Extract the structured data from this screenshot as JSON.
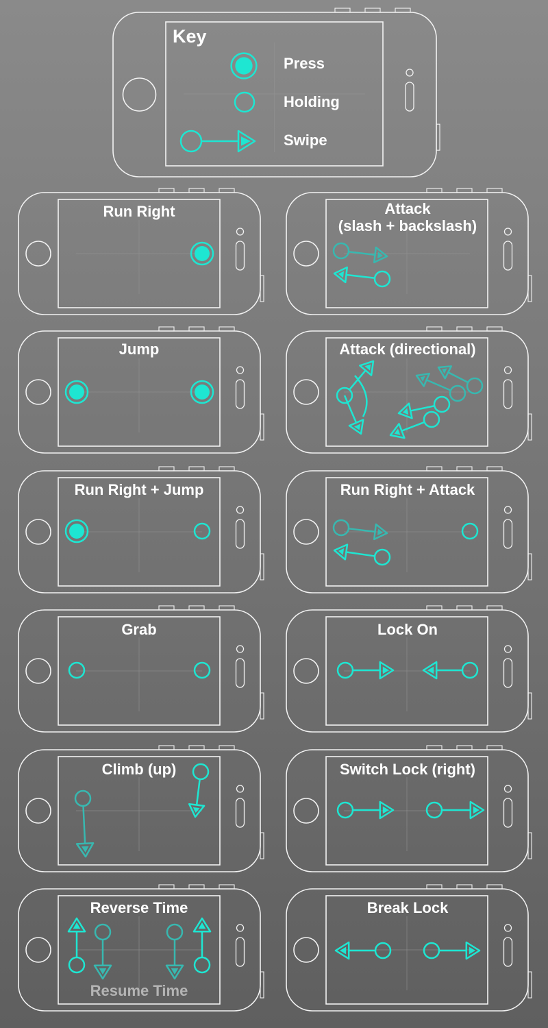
{
  "colors": {
    "accent": "#1ee6d2",
    "accent_dim": "#38b8b0",
    "outline": "#f2f2f2",
    "grid": "#949494",
    "subtext": "#b4b4b4"
  },
  "key": {
    "title": "Key",
    "items": [
      {
        "label": "Press",
        "icon": "press-icon"
      },
      {
        "label": "Holding",
        "icon": "holding-icon"
      },
      {
        "label": "Swipe",
        "icon": "swipe-icon"
      }
    ]
  },
  "cards": [
    {
      "title": "Run Right",
      "icons": [
        "press-icon"
      ]
    },
    {
      "title": "Attack",
      "subtitle": "(slash + backslash)",
      "icons": [
        "swipe-icon",
        "swipe-icon"
      ]
    },
    {
      "title": "Jump",
      "icons": [
        "press-icon",
        "press-icon"
      ]
    },
    {
      "title": "Attack (directional)",
      "icons": [
        "swipe-icon"
      ]
    },
    {
      "title": "Run Right + Jump",
      "icons": [
        "press-icon",
        "holding-icon"
      ]
    },
    {
      "title": "Run Right + Attack",
      "icons": [
        "swipe-icon",
        "swipe-icon",
        "holding-icon"
      ]
    },
    {
      "title": "Grab",
      "icons": [
        "holding-icon",
        "holding-icon"
      ]
    },
    {
      "title": "Lock On",
      "icons": [
        "swipe-icon",
        "swipe-icon"
      ]
    },
    {
      "title": "Climb (up)",
      "icons": [
        "swipe-icon",
        "swipe-icon"
      ]
    },
    {
      "title": "Switch Lock (right)",
      "icons": [
        "swipe-icon",
        "swipe-icon"
      ]
    },
    {
      "title": "Reverse Time",
      "footer": "Resume Time",
      "icons": [
        "swipe-icon",
        "swipe-icon",
        "swipe-icon",
        "swipe-icon"
      ]
    },
    {
      "title": "Break Lock",
      "icons": [
        "swipe-icon",
        "swipe-icon"
      ]
    }
  ]
}
